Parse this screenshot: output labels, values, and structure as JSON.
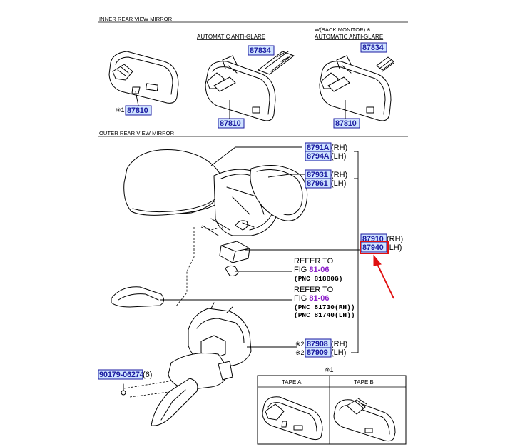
{
  "sections": {
    "inner": "INNER REAR VIEW MIRROR",
    "outer": "OUTER REAR VIEW MIRROR"
  },
  "variants": {
    "auto_antiglare": "AUTOMATIC ANTI-GLARE",
    "back_monitor_line1": "W(BACK MONITOR) &",
    "back_monitor_line2": "AUTOMATIC ANTI-GLARE"
  },
  "parts": {
    "p87810_a": "87810",
    "p87810_a_note": "※1",
    "p87834_a": "87834",
    "p87810_b": "87810",
    "p87834_b": "87834",
    "p87810_c": "87810",
    "p8791A": "8791A",
    "p8791A_side": "(RH)",
    "p8794A": "8794A",
    "p8794A_side": "(LH)",
    "p87931": "87931",
    "p87931_side": "(RH)",
    "p87961": "87961",
    "p87961_side": "(LH)",
    "p87910": "87910",
    "p87910_side": "(RH)",
    "p87940": "87940",
    "p87940_side": "(LH)",
    "p87908": "87908",
    "p87908_side": "(RH)",
    "p87908_note": "※2",
    "p87909": "87909",
    "p87909_side": "(LH)",
    "p87909_note": "※2",
    "p90179": "90179-06274",
    "p90179_qty": "(6)"
  },
  "refs": {
    "r1_line1": "REFER TO",
    "r1_fig_prefix": "FIG ",
    "r1_fig": "81-06",
    "r1_pnc": "(PNC 81880G)",
    "r2_line1": "REFER TO",
    "r2_fig_prefix": "FIG ",
    "r2_fig": "81-06",
    "r2_pnc1": "(PNC 81730(RH))",
    "r2_pnc2": "(PNC 81740(LH))"
  },
  "inset": {
    "note": "※1",
    "tape_a": "TAPE A",
    "tape_b": "TAPE B"
  },
  "colors": {
    "part_number": "#1a1aa0",
    "part_fill": "#cfe3ff",
    "figure_ref": "#8b1ec9",
    "highlight": "#e01010",
    "arrow": "#e01010"
  }
}
